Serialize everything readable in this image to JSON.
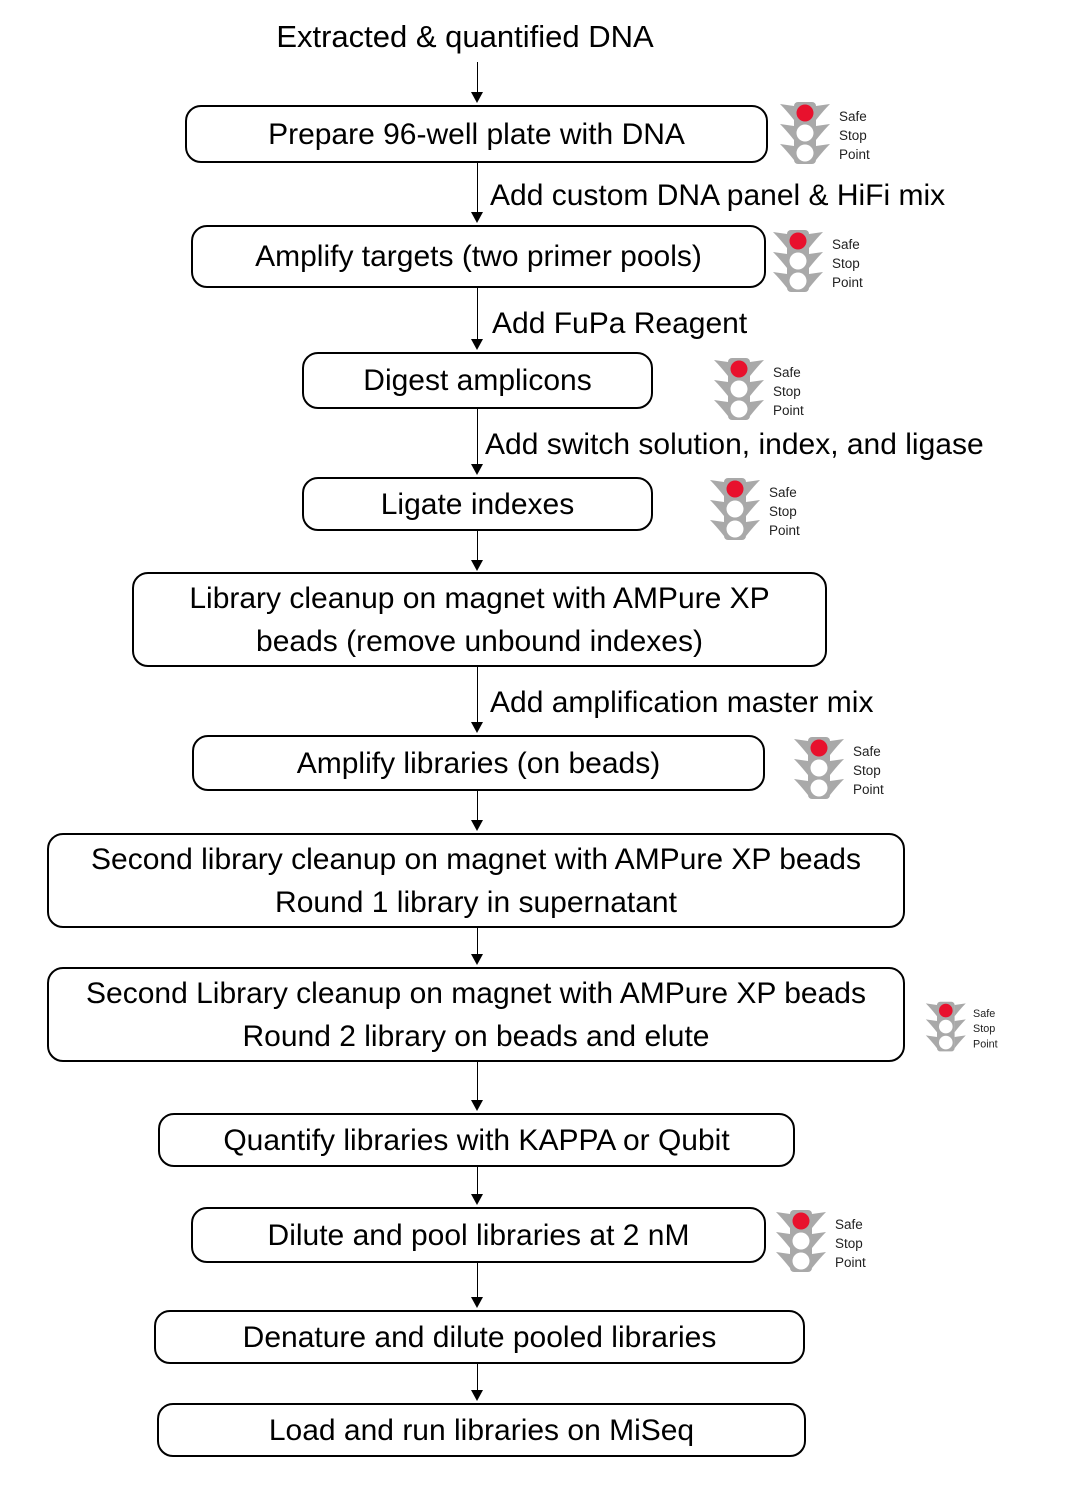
{
  "diagram": {
    "start_label": "Extracted & quantified DNA",
    "safe_stop_point": [
      "Safe",
      "Stop",
      "Point"
    ],
    "steps": [
      {
        "label": "Prepare 96-well plate with DNA",
        "safe_stop_point": true
      },
      {
        "label": "Amplify targets (two primer pools)",
        "safe_stop_point": true
      },
      {
        "label": "Digest amplicons",
        "safe_stop_point": true
      },
      {
        "label": "Ligate indexes",
        "safe_stop_point": true
      },
      {
        "label": "Library cleanup on magnet with AMPure XP beads (remove unbound indexes)",
        "safe_stop_point": false
      },
      {
        "label": "Amplify libraries (on beads)",
        "safe_stop_point": true
      },
      {
        "label": "Second library cleanup on magnet with AMPure XP beads Round 1 library in supernatant",
        "safe_stop_point": false
      },
      {
        "label": "Second Library cleanup on magnet with AMPure XP beads Round 2 library on beads and elute",
        "safe_stop_point": true
      },
      {
        "label": "Quantify libraries with KAPPA or Qubit",
        "safe_stop_point": false
      },
      {
        "label": "Dilute and pool libraries at 2 nM",
        "safe_stop_point": true
      },
      {
        "label": "Denature and dilute pooled libraries",
        "safe_stop_point": false
      },
      {
        "label": "Load and run libraries on MiSeq",
        "safe_stop_point": false
      }
    ],
    "edge_labels": [
      "Add custom DNA panel & HiFi mix",
      "Add FuPa Reagent",
      "Add switch solution, index, and ligase",
      "Add amplification master mix"
    ],
    "colors": {
      "signal_red": "#e8112d",
      "signal_gray": "#a9a9a9",
      "box_border": "#000000",
      "text": "#000000",
      "background": "#ffffff"
    }
  }
}
